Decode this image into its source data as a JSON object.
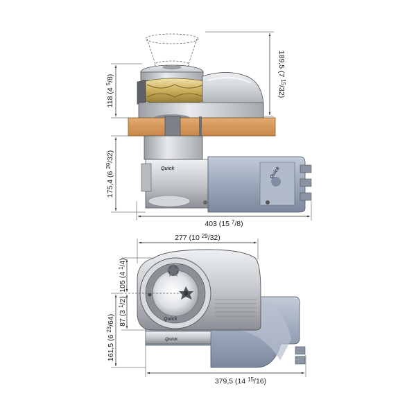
{
  "diagram": {
    "side_view": {
      "dimensions": {
        "total_height": {
          "main": "189,5 (7 ",
          "frac": "15",
          "den": "/32)"
        },
        "upper_height": {
          "main": "118 (4 ",
          "frac": "5",
          "den": "/8)"
        },
        "lower_height": {
          "main": "175,4 (6 ",
          "frac": "29",
          "den": "/32)"
        },
        "total_width": {
          "main": "403 (15 ",
          "frac": "7",
          "den": "/8)"
        }
      }
    },
    "top_view": {
      "dimensions": {
        "upper_width": {
          "main": "277 (10 ",
          "frac": "29",
          "den": "/32)"
        },
        "top_offset": {
          "main": "105 (4 ",
          "frac": "1",
          "den": "/4)"
        },
        "center_offset": {
          "main": "87 (3 ",
          "frac": "1",
          "den": "/2)"
        },
        "total_depth": {
          "main": "161,5 (6 ",
          "frac": "23",
          "den": "/64)"
        },
        "lower_width": {
          "main": "379,5 (14 ",
          "frac": "15",
          "den": "/16)"
        }
      }
    },
    "brand_labels": {
      "motor_logo": "Quick",
      "gearbox_logo": "Quick",
      "body_logo": "Quick"
    },
    "colors": {
      "deck_wood": "#d89a5c",
      "aluminium": "#c9ccd0",
      "motor_blue": "#9aa7bd",
      "gypsy_gold": "#d9c27a",
      "dark_steel": "#7e8288"
    }
  }
}
